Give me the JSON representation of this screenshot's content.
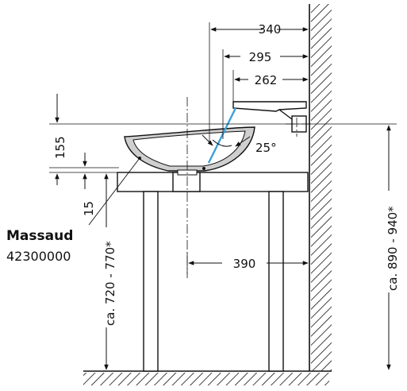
{
  "product": {
    "name": "Massaud",
    "code": "42300000"
  },
  "dimensions": {
    "d340": "340",
    "d295": "295",
    "d262": "262",
    "d155": "155",
    "d15": "15",
    "angle": "25°",
    "d390": "390",
    "height_basin": "ca. 720 - 770*",
    "height_spout": "ca. 890 - 940*"
  },
  "colors": {
    "line": "#111111",
    "water": "#3aa0d8",
    "basin_fill": "#cfcfcf",
    "background": "#ffffff"
  }
}
